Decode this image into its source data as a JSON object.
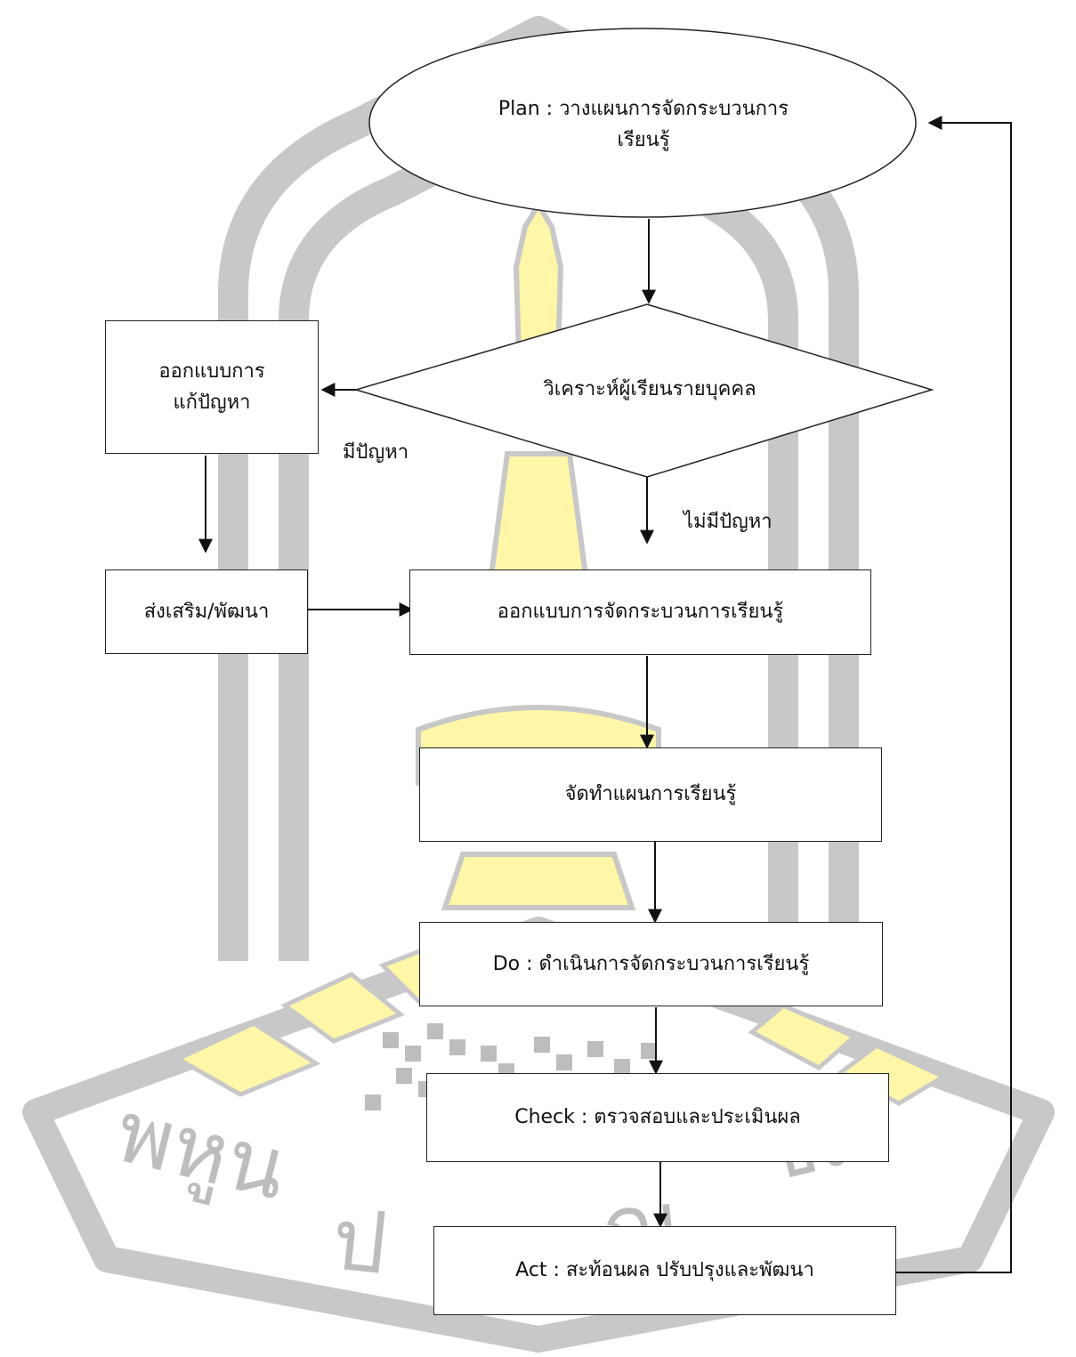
{
  "nodes": {
    "plan": {
      "line1": "Plan : วางแผนการจัดกระบวนการ",
      "line2": "เรียนรู้"
    },
    "analyze": "วิเคราะห์ผู้เรียนรายบุคคล",
    "design_solution": {
      "line1": "ออกแบบการ",
      "line2": "แก้ปัญหา"
    },
    "promote": "ส่งเสริม/พัฒนา",
    "design_learning": "ออกแบบการจัดกระบวนการเรียนรู้",
    "lesson_plan": "จัดทำแผนการเรียนรู้",
    "do": "Do : ดำเนินการจัดกระบวนการเรียนรู้",
    "check": "Check : ตรวจสอบและประเมินผล",
    "act": "Act : สะท้อนผล  ปรับปรุงและพัฒนา"
  },
  "edge_labels": {
    "has_problem": "มีปัญหา",
    "no_problem": "ไม่มีปัญหา"
  },
  "watermark": {
    "text": "พหูน ปญาฌชีเว",
    "colors": {
      "gray": "#c4c4c4",
      "yellow": "#fff7b0"
    }
  }
}
